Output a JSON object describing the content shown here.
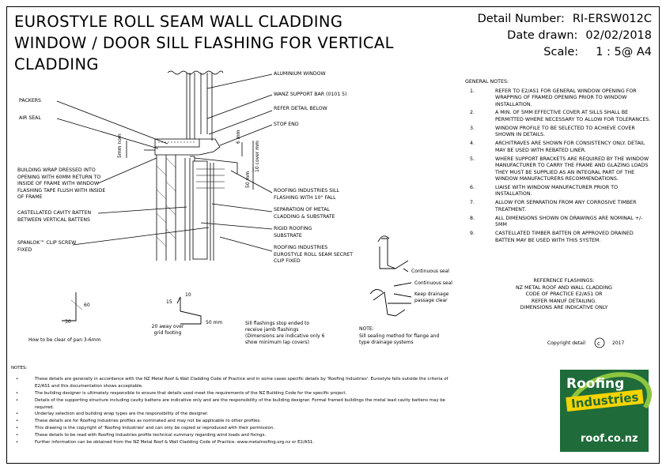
{
  "title": {
    "line1": "EUROSTYLE ROLL SEAM WALL CLADDING",
    "line2": "WINDOW / DOOR SILL FLASHING FOR VERTICAL",
    "line3": "CLADDING"
  },
  "info": {
    "detail_label": "Detail Number:",
    "detail_value": "RI-ERSW012C",
    "date_label": "Date drawn:",
    "date_value": "02/02/2018",
    "scale_label": "Scale:",
    "scale_value": "1 : 5@ A4"
  },
  "drawing_labels": {
    "packers": "PACKERS",
    "air_seal": "AIR SEAL",
    "aluminium_window": "ALUMINIUM WINDOW",
    "wanz_bar": "WANZ SUPPORT BAR (0101 5)",
    "refer_detail": "REFER DETAIL BELOW",
    "stop_end": "STOP END",
    "dim_6mm": "6 mm",
    "dim_5mm": "5mm nom",
    "dim_10cover": "10 cover mm",
    "dim_50": "50 mm",
    "building_wrap": "BUILDING WRAP DRESSED INTO OPENING WITH 60mm RETURN TO INSIDE OF FRAME WITH WINDOW FLASHING TAPE FLUSH WITH INSIDE OF FRAME",
    "castellated": "CASTELLATED CAVITY BATTEN BETWEEN VERTICAL BATTENS",
    "sill_flashing": "ROOFING INDUSTRIES SILL FLASHING WITH 10° FALL",
    "separation": "SEPARATION OF METAL CLADDING & SUBSTRATE",
    "rigid": "RIGID ROOFING SUBSTRATE",
    "spanlok": "SPANLOK™ CLIP SCREW FIXED",
    "eurostyle_clip": "ROOFING INDUSTRIES EUROSTYLE ROLL SEAM SECRET CLIP FIXED",
    "continuous_seal1": "Continuous seal",
    "continuous_seal2": "Continuous seal",
    "keep_drainage": "Keep drainage passage clear",
    "hem_note": "How to be clear of pan 3-6mm",
    "dim_60": "60",
    "dim_30": "30",
    "dim_10": "10",
    "dim_15": "15",
    "dim_50mm": "50 mm",
    "grid_note": "20 away over grid footing",
    "sill_note": "Sill flashings stop ended to receive jamb flashings (Dimensions are indicative only 6 show minimum lap covers)",
    "note_head": "NOTE:",
    "note_text": "Sill sealing method for flange and type drainage systems",
    "copyright": "Copyright detail",
    "copyright_year": "2017"
  },
  "general_notes": {
    "heading": "GENERAL NOTES:",
    "items": [
      {
        "n": "1.",
        "t": "REFER TO E2/AS1 FOR GENERAL WINDOW OPENING FOR WRAPPING OF FRAMED OPENING PRIOR TO WINDOW INSTALLATION."
      },
      {
        "n": "2.",
        "t": "A MIN. OF 5mm EFFECTIVE COVER AT SILLS SHALL BE PERMITTED WHERE NECESSARY TO ALLOW FOR TOLERANCES."
      },
      {
        "n": "3.",
        "t": "WINDOW PROFILE TO BE SELECTED TO ACHIEVE COVER SHOWN IN DETAILS."
      },
      {
        "n": "4.",
        "t": "ARCHITRAVES ARE SHOWN FOR CONSISTENCY ONLY. DETAIL MAY BE USED WITH REBATED LINER."
      },
      {
        "n": "5.",
        "t": "WHERE SUPPORT BRACKETS ARE REQUIRED BY THE WINDOW MANUFACTURER TO CARRY THE FRAME AND GLAZING LOADS THEY MUST BE SUPPLIED AS AN INTEGRAL PART OF THE WINDOW MANUFACTURERS RECOMMENDATIONS."
      },
      {
        "n": "6.",
        "t": "LIAISE WITH WINDOW MANUFACTURER PRIOR TO INSTALLATION."
      },
      {
        "n": "7.",
        "t": "ALLOW FOR SEPARATION FROM ANY CORROSIVE TIMBER TREATMENT."
      },
      {
        "n": "8.",
        "t": "ALL DIMENSIONS SHOWN ON DRAWINGS ARE NOMINAL +/- 5mm"
      },
      {
        "n": "9.",
        "t": "CASTELLATED TIMBER BATTEN OR APPROVED DRAINED BATTEN MAY BE USED WITH THIS SYSTEM."
      }
    ]
  },
  "reference_flashings": {
    "heading": "REFERENCE FLASHINGS:",
    "line1": "NZ METAL ROOF AND WALL CLADDING",
    "line2": "CODE OF PRACTICE   E2/AS1 OR",
    "line3": "REFER MANUF DETAILING.",
    "line4": "DIMENSIONS ARE INDICATIVE ONLY"
  },
  "notes": {
    "heading": "NOTES:",
    "items": [
      "These details are generally in accordance with the NZ Metal Roof & Wall Cladding Code of Practice and in some cases specific details by 'Roofing Industries'. Eurostyle falls outside the criteria of E2/AS1 and this documentation shows acceptable.",
      "The building designer is ultimately responsible to ensure that details used meet the requirements of the NZ Building Code for the specific project.",
      "Details of the supporting structure including cavity battens are indicative only and are the responsibility of the building designer. Formal framed buildings the metal lead cavity battens may be required.",
      "Underlay selection and building wrap types are the responsibility of the designer.",
      "These details are for Roofing Industries profiles as nominated and may not be applicable to other profiles.",
      "This drawing is the copyright of 'Roofing Industries' and can only be copied or reproduced with their permission.",
      "These details to be read with Roofing Industries profile technical summary regarding wind loads and fixings.",
      "Further information can be obtained from the NZ Metal Roof & Wall Cladding Code of Practice: www.metalroofing.org.nz or E2/AS1."
    ]
  },
  "logo": {
    "word1": "Roofing",
    "word2": "Industries",
    "url": "roof.co.nz",
    "color_dark": "#1f6b3a",
    "color_light": "#8cc63f",
    "color_yellow": "#f5d300"
  }
}
